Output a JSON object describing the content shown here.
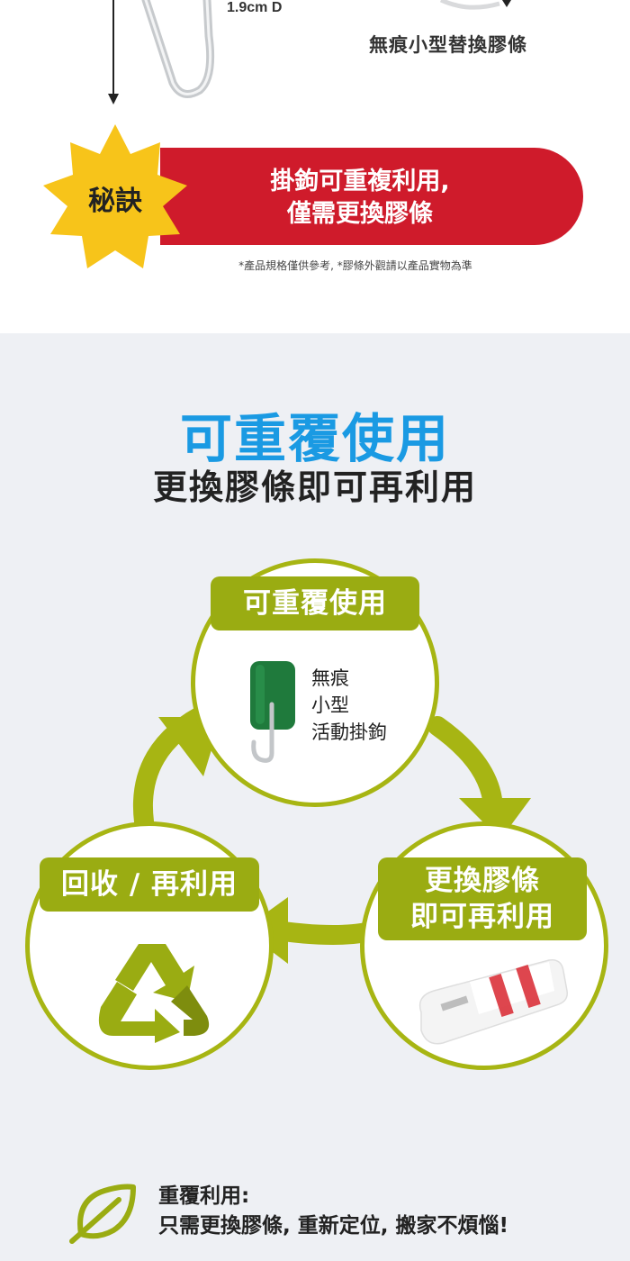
{
  "top": {
    "dimension_label": "1.9cm D",
    "strip_caption": "無痕小型替換膠條",
    "tip_badge": "秘訣",
    "tip_line1": "掛鉤可重複利用,",
    "tip_line2": "僅需更換膠條",
    "note": "*產品規格僅供參考, *膠條外觀請以產品實物為準"
  },
  "reuse": {
    "title": "可重覆使用",
    "subtitle": "更換膠條即可再利用",
    "step1_tag": "可重覆使用",
    "step1_product_line1": "無痕",
    "step1_product_line2": "小型",
    "step1_product_line3": "活動掛鉤",
    "step2_tag_line1": "更換膠條",
    "step2_tag_line2": "即可再利用",
    "step3_tag": "回收 / 再利用"
  },
  "footer": {
    "icon": "leaf-icon",
    "line1": "重覆利用:",
    "line2": "只需更換膠條, 重新定位, 搬家不煩惱!"
  },
  "colors": {
    "accent_blue": "#1a9ae3",
    "banner_red": "#cf1b2b",
    "badge_yellow": "#f7c41a",
    "cycle_green": "#a7b513",
    "hook_green": "#1f7a3c"
  }
}
